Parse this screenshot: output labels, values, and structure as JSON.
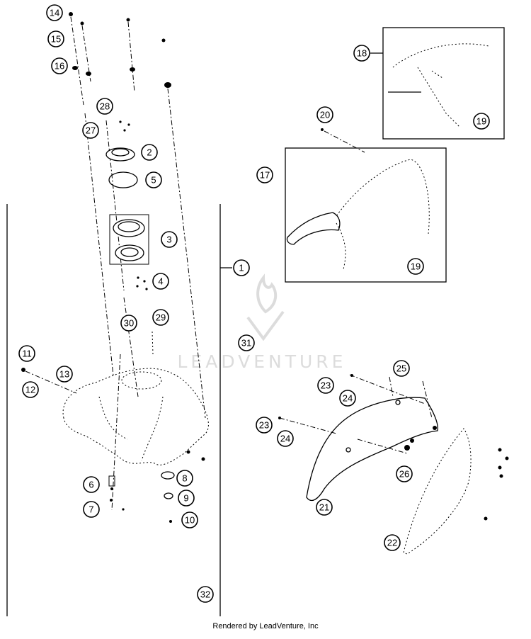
{
  "diagram": {
    "callouts": {
      "c1": "1",
      "c2": "2",
      "c3": "3",
      "c4": "4",
      "c5": "5",
      "c6": "6",
      "c7": "7",
      "c8": "8",
      "c9": "9",
      "c10": "10",
      "c11": "11",
      "c12": "12",
      "c13": "13",
      "c14": "14",
      "c15": "15",
      "c16": "16",
      "c17": "17",
      "c18": "18",
      "c19a": "19",
      "c19b": "19",
      "c20": "20",
      "c21": "21",
      "c22": "22",
      "c23a": "23",
      "c23b": "23",
      "c24a": "24",
      "c24b": "24",
      "c25": "25",
      "c26": "26",
      "c27": "27",
      "c28": "28",
      "c29": "29",
      "c30": "30",
      "c31": "31",
      "c32": "32"
    },
    "watermark": "LEADVENTURE",
    "footer": "Rendered by LeadVenture, Inc"
  }
}
